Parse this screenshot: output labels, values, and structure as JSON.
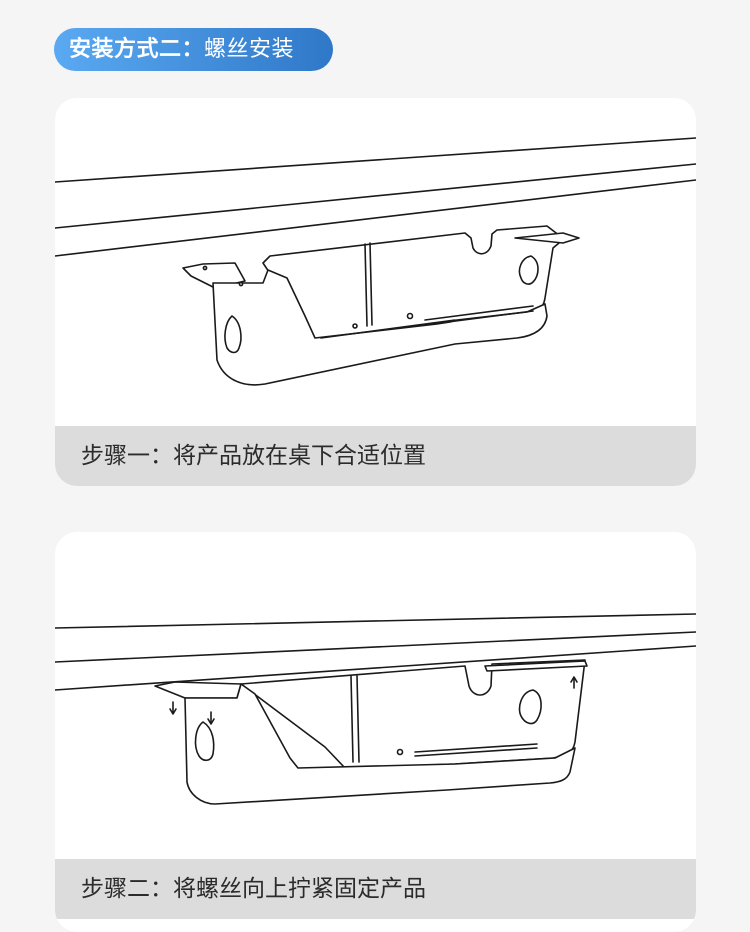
{
  "header": {
    "title_bold": "安装方式二：",
    "title_rest": "螺丝安装"
  },
  "steps": [
    {
      "caption": "步骤一：将产品放在桌下合适位置"
    },
    {
      "caption": "步骤二：将螺丝向上拧紧固定产品"
    }
  ],
  "colors": {
    "pill_gradient_start": "#5aa9f2",
    "pill_gradient_end": "#2f78c8",
    "page_background": "#f5f5f5",
    "card_background": "#ffffff",
    "caption_bar": "#dcdcdc"
  }
}
